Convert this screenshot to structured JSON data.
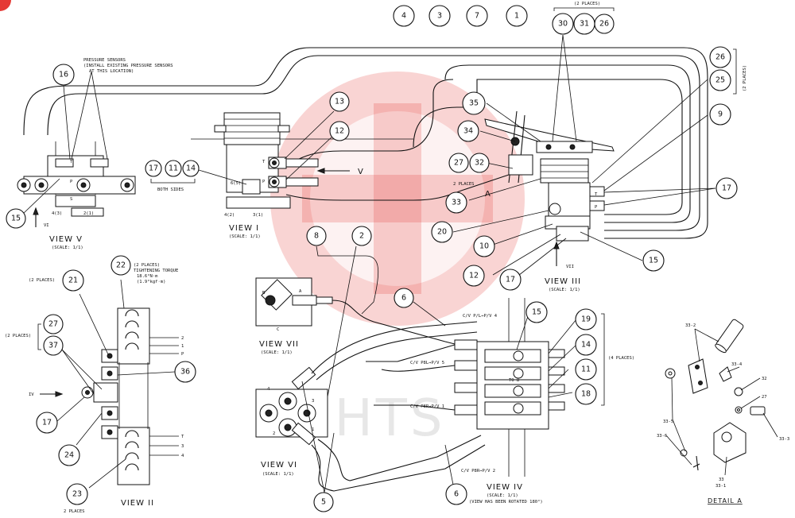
{
  "bubbles": [
    {
      "id": "b-16",
      "label": "16"
    },
    {
      "id": "b-15a",
      "label": "15"
    },
    {
      "id": "b-4",
      "label": "4"
    },
    {
      "id": "b-3",
      "label": "3"
    },
    {
      "id": "b-7",
      "label": "7"
    },
    {
      "id": "b-1",
      "label": "1"
    },
    {
      "id": "b-30",
      "label": "30"
    },
    {
      "id": "b-31",
      "label": "31"
    },
    {
      "id": "b-26a",
      "label": "26"
    },
    {
      "id": "b-26b",
      "label": "26"
    },
    {
      "id": "b-25",
      "label": "25"
    },
    {
      "id": "b-9",
      "label": "9"
    },
    {
      "id": "b-13",
      "label": "13"
    },
    {
      "id": "b-12a",
      "label": "12"
    },
    {
      "id": "b-17a",
      "label": "17"
    },
    {
      "id": "b-11a",
      "label": "11"
    },
    {
      "id": "b-14a",
      "label": "14"
    },
    {
      "id": "b-35",
      "label": "35"
    },
    {
      "id": "b-34",
      "label": "34"
    },
    {
      "id": "b-27a",
      "label": "27"
    },
    {
      "id": "b-32a",
      "label": "32"
    },
    {
      "id": "b-33",
      "label": "33"
    },
    {
      "id": "b-17b",
      "label": "17"
    },
    {
      "id": "b-20",
      "label": "20"
    },
    {
      "id": "b-10",
      "label": "10"
    },
    {
      "id": "b-15b",
      "label": "15"
    },
    {
      "id": "b-12b",
      "label": "12"
    },
    {
      "id": "b-17c",
      "label": "17"
    },
    {
      "id": "b-8",
      "label": "8"
    },
    {
      "id": "b-2",
      "label": "2"
    },
    {
      "id": "b-22",
      "label": "22"
    },
    {
      "id": "b-21",
      "label": "21"
    },
    {
      "id": "b-27b",
      "label": "27"
    },
    {
      "id": "b-37",
      "label": "37"
    },
    {
      "id": "b-36",
      "label": "36"
    },
    {
      "id": "b-17d",
      "label": "17"
    },
    {
      "id": "b-24",
      "label": "24"
    },
    {
      "id": "b-23",
      "label": "23"
    },
    {
      "id": "b-6a",
      "label": "6"
    },
    {
      "id": "b-15c",
      "label": "15"
    },
    {
      "id": "b-19",
      "label": "19"
    },
    {
      "id": "b-14b",
      "label": "14"
    },
    {
      "id": "b-11b",
      "label": "11"
    },
    {
      "id": "b-18",
      "label": "18"
    },
    {
      "id": "b-5",
      "label": "5"
    },
    {
      "id": "b-6b",
      "label": "6"
    }
  ],
  "notes": {
    "two_places_top": "(2 PLACES)",
    "two_places_right": "(2 PLACES)",
    "pressure_sensors_1": "PRESSURE SENSORS",
    "pressure_sensors_2": "(INSTALL EXISTING PRESSURE SENSORS",
    "pressure_sensors_3": "AT THIS LOCATION)",
    "both_sides": "BOTH SIDES",
    "two_places_a": "2 PLACES",
    "letter_a": "A",
    "two_places_22": "(2 PLACES)",
    "torque_1": "TIGHTENING TORQUE",
    "torque_2": "18.6°N·m",
    "torque_3": "(1.9°kgf·m)",
    "two_places_21": "(2 PLACES)",
    "two_places_27": "(2 PLACES)",
    "four_places": "(4 PLACES)",
    "two_places_23": "2 PLACES",
    "arrow_v": "V",
    "arrow_vi": "VI",
    "arrow_vii": "VII",
    "arrow_iv": "IV",
    "cv_1": "C/V P/L→P/V 4",
    "cv_2": "C/V P8L→P/V 5",
    "cv_3": "C/V P8R→P/V 1",
    "cv_4": "C/V P8R→P/V 2",
    "to_b": "TO B"
  },
  "views": {
    "v5": {
      "title": "VIEW V",
      "scale": "(SCALE: 1/1)"
    },
    "v1": {
      "title": "VIEW I",
      "scale": "(SCALE: 1/1)"
    },
    "v3": {
      "title": "VIEW III",
      "scale": "(SCALE: 1/1)"
    },
    "v7": {
      "title": "VIEW VII",
      "scale": "(SCALE: 1/1)"
    },
    "v6": {
      "title": "VIEW VI",
      "scale": "(SCALE: 1/1)"
    },
    "v2": {
      "title": "VIEW II",
      "scale": ""
    },
    "v4": {
      "title": "VIEW IV",
      "scale": "(SCALE: 1/1)",
      "note": "(VIEW HAS BEEN ROTATED 180°)"
    },
    "detail_a": {
      "title": "DETAIL A"
    }
  },
  "detail_labels": {
    "d_33_2": "33-2",
    "d_33_4": "33-4",
    "d_32": "32",
    "d_27": "27",
    "d_33_5": "33-5",
    "d_33_6": "33-6",
    "d_33_3": "33-3",
    "d_33": "33",
    "d_33_1": "33-1"
  },
  "port_labels": {
    "p_t1": "T",
    "p_p1": "P",
    "p_t5": "T",
    "p_p5": "P",
    "p_s5": "S",
    "p_43": "4(3)",
    "p_21": "2(1)",
    "p_65": "6(5)",
    "p_42": "4(2)",
    "p_31": "3(1)",
    "p_t3": "T",
    "p_p3": "P",
    "p_b7": "B",
    "p_a7": "A",
    "p_c7": "C",
    "p_2_2": "2",
    "p_1_2": "1",
    "p_p_2": "P",
    "p_t_2": "T",
    "p_3_2": "3",
    "p_4_2": "4",
    "p_4_6": "4",
    "p_3_6": "3",
    "p_2_6": "2",
    "p_1_6": "1"
  },
  "watermark": {
    "text": "VIHTS",
    "color": "#e53935"
  }
}
